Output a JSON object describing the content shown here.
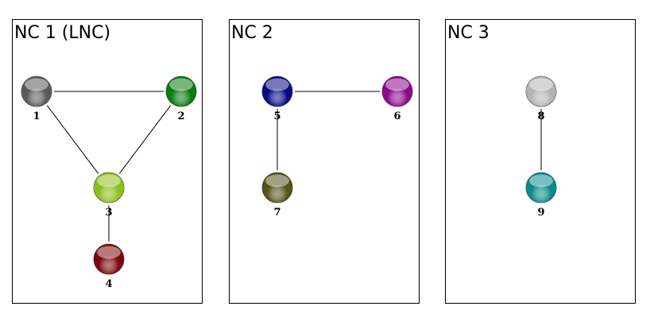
{
  "panels": [
    {
      "title": "NC 1 (LNC)",
      "nodes": [
        {
          "id": "1",
          "label": "1",
          "color": "#5a5a5a"
        },
        {
          "id": "2",
          "label": "2",
          "color": "#0a7a12"
        },
        {
          "id": "3",
          "label": "3",
          "color": "#8cbf1a"
        },
        {
          "id": "4",
          "label": "4",
          "color": "#7a0a0a"
        }
      ],
      "edges": [
        [
          "1",
          "2"
        ],
        [
          "1",
          "3"
        ],
        [
          "2",
          "3"
        ],
        [
          "3",
          "4"
        ]
      ]
    },
    {
      "title": "NC 2",
      "nodes": [
        {
          "id": "5",
          "label": "5",
          "color": "#0a0a80"
        },
        {
          "id": "6",
          "label": "6",
          "color": "#8a0a8a"
        },
        {
          "id": "7",
          "label": "7",
          "color": "#55531a"
        }
      ],
      "edges": [
        [
          "5",
          "6"
        ],
        [
          "5",
          "7"
        ]
      ]
    },
    {
      "title": "NC 3",
      "nodes": [
        {
          "id": "8",
          "label": "8",
          "color": "#b4b4b4"
        },
        {
          "id": "9",
          "label": "9",
          "color": "#0a8a8a"
        }
      ],
      "edges": [
        [
          "8",
          "9"
        ]
      ]
    }
  ]
}
